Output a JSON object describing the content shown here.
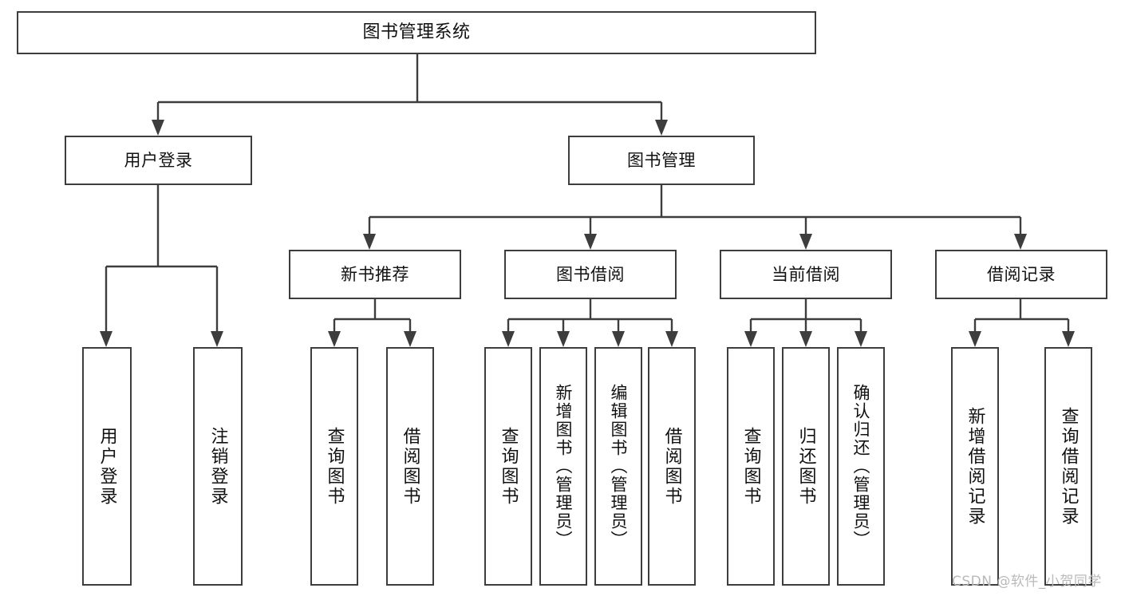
{
  "diagram": {
    "type": "tree-hierarchy",
    "title": "图书管理系统",
    "root": {
      "id": "root",
      "label": "图书管理系统"
    },
    "level2": [
      {
        "id": "user-login",
        "label": "用户登录"
      },
      {
        "id": "book-manage",
        "label": "图书管理"
      }
    ],
    "level3": [
      {
        "id": "new-book-recommend",
        "label": "新书推荐",
        "parent": "book-manage"
      },
      {
        "id": "book-borrow",
        "label": "图书借阅",
        "parent": "book-manage"
      },
      {
        "id": "current-borrow",
        "label": "当前借阅",
        "parent": "book-manage"
      },
      {
        "id": "borrow-record",
        "label": "借阅记录",
        "parent": "book-manage"
      }
    ],
    "leaves": [
      {
        "id": "leaf-user-login",
        "label": "用户登录",
        "parent": "user-login"
      },
      {
        "id": "leaf-logout",
        "label": "注销登录",
        "parent": "user-login"
      },
      {
        "id": "leaf-query-book-1",
        "label": "查询图书",
        "parent": "new-book-recommend"
      },
      {
        "id": "leaf-borrow-book-1",
        "label": "借阅图书",
        "parent": "new-book-recommend"
      },
      {
        "id": "leaf-query-book-2",
        "label": "查询图书",
        "parent": "book-borrow"
      },
      {
        "id": "leaf-add-book",
        "label": "新增图书（管理员）",
        "parent": "book-borrow"
      },
      {
        "id": "leaf-edit-book",
        "label": "编辑图书（管理员）",
        "parent": "book-borrow"
      },
      {
        "id": "leaf-borrow-book-2",
        "label": "借阅图书",
        "parent": "book-borrow"
      },
      {
        "id": "leaf-query-book-3",
        "label": "查询图书",
        "parent": "current-borrow"
      },
      {
        "id": "leaf-return-book",
        "label": "归还图书",
        "parent": "current-borrow"
      },
      {
        "id": "leaf-confirm-return",
        "label": "确认归还（管理员）",
        "parent": "current-borrow"
      },
      {
        "id": "leaf-add-record",
        "label": "新增借阅记录",
        "parent": "borrow-record"
      },
      {
        "id": "leaf-query-record",
        "label": "查询借阅记录",
        "parent": "borrow-record"
      }
    ],
    "colors": {
      "stroke": "#3d3d3d",
      "box_fill": "#ffffff",
      "text": "#111111",
      "background": "#ffffff",
      "watermark": "#b9b9b9"
    }
  },
  "watermark": {
    "text": "CSDN @软件_小贺同学"
  }
}
